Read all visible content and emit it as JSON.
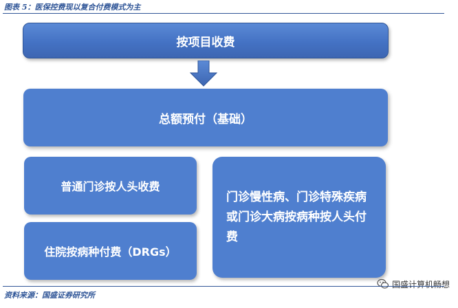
{
  "caption": "图表 5：医保控费现以复合付费模式为主",
  "diagram": {
    "top_box": "按项目收费",
    "main_box": "总额预付（基础）",
    "left_box_1": "普通门诊按人头收费",
    "left_box_2": "住院按病种付费（DRGs）",
    "right_box": "门诊慢性病、门诊特殊疾病或门诊大病按病种按人头付费"
  },
  "source": "资料来源：国盛证券研究所",
  "watermark": {
    "label": "国盛计算机畅想",
    "icon": "wechat-icon"
  },
  "colors": {
    "box_fill": "#4f7fcf",
    "caption_text": "#2f5597"
  }
}
